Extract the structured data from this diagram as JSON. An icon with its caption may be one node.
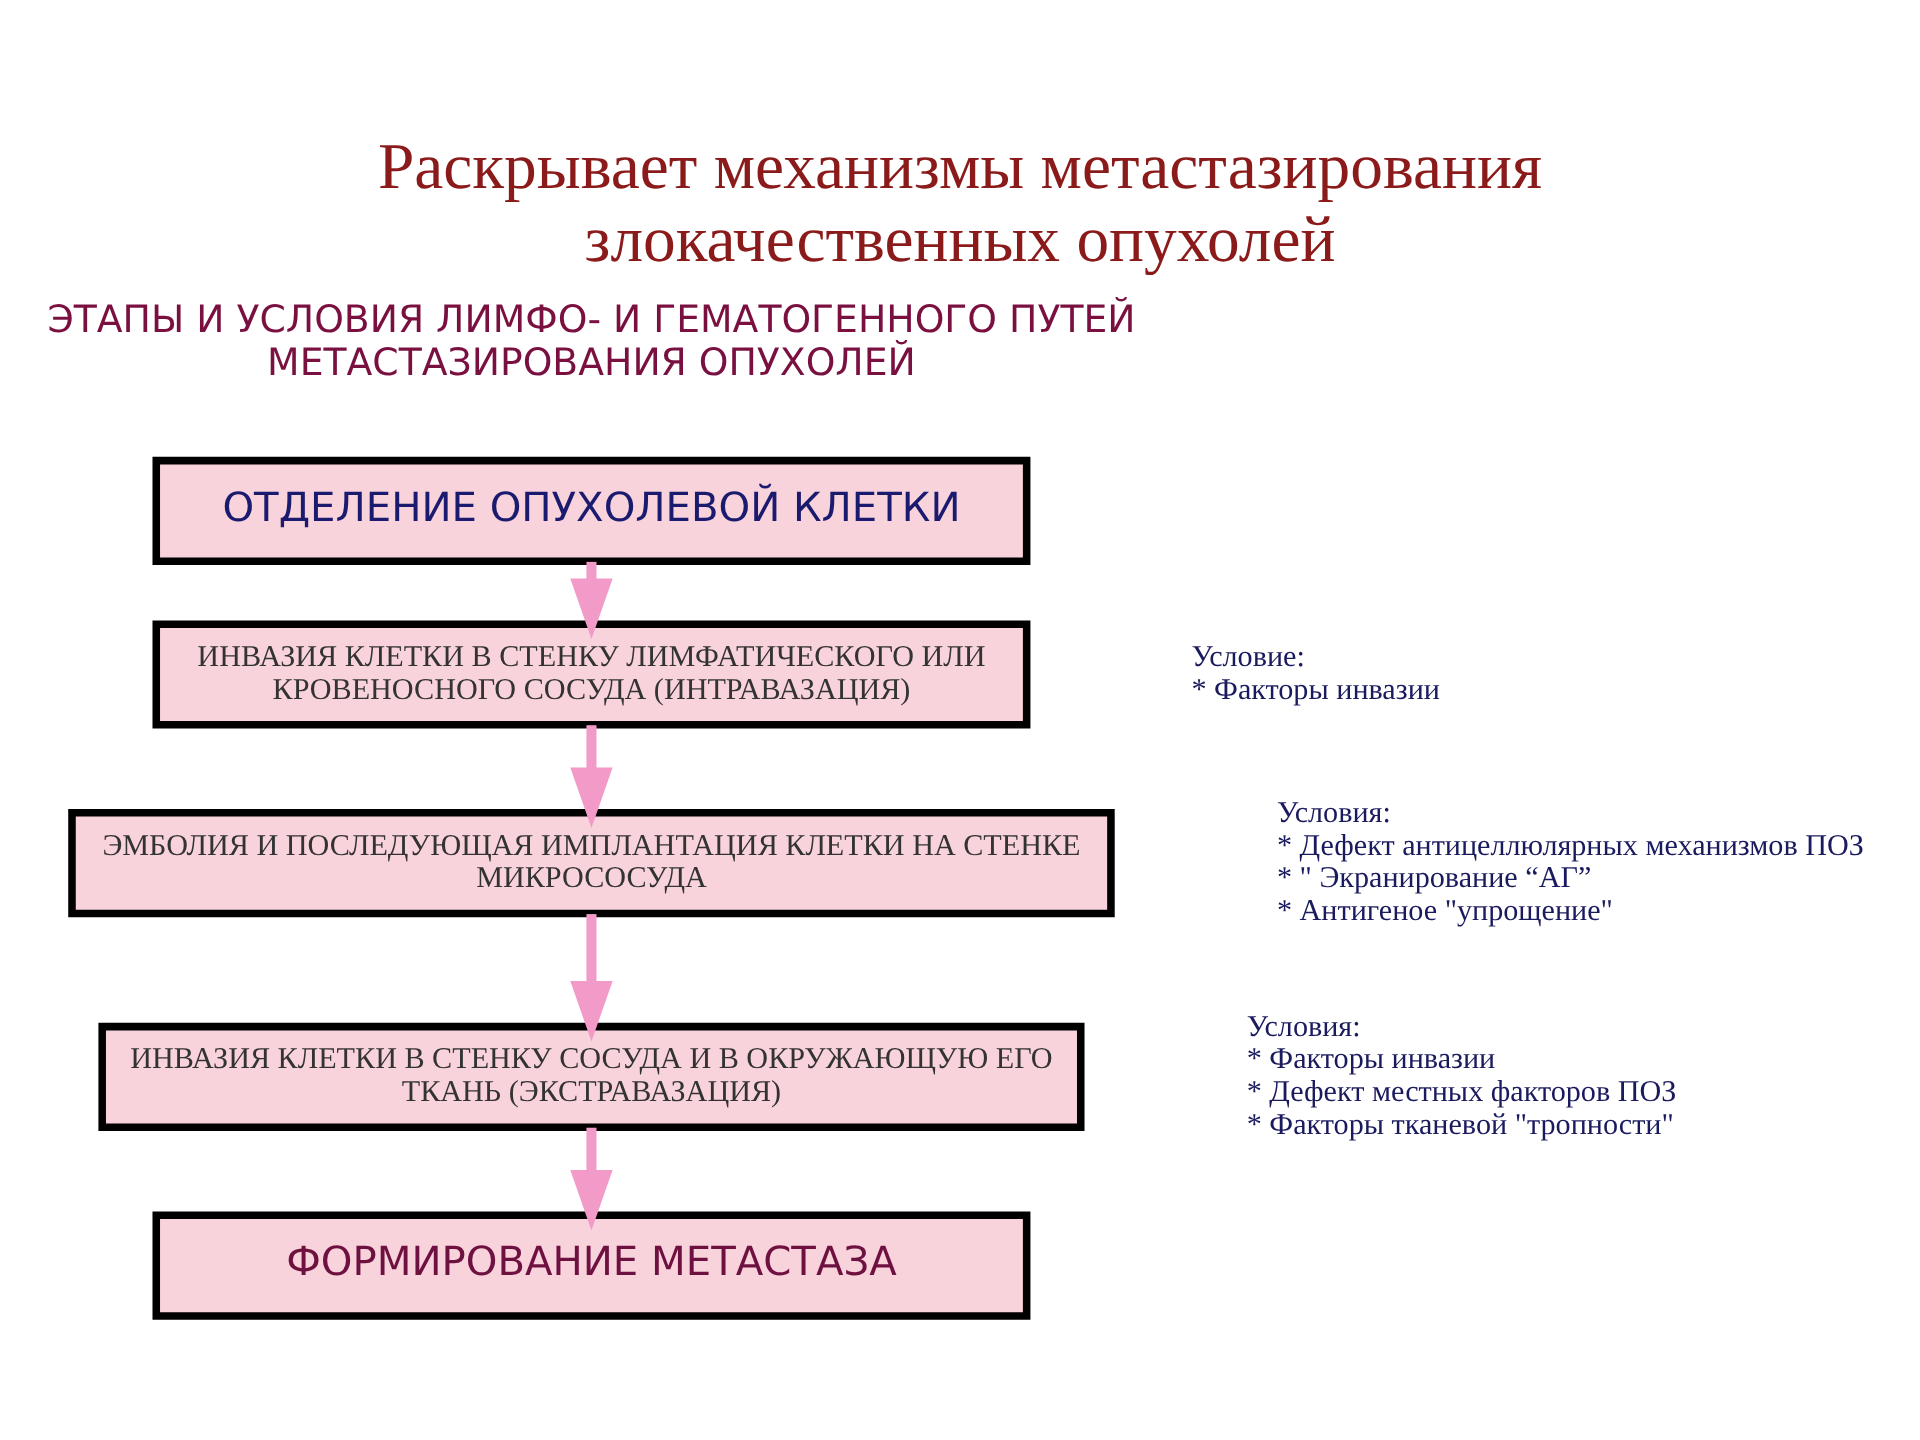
{
  "diagram": {
    "title": "Раскрывает механизмы метастазирования злокачественных опухолей",
    "nodes": [
      {
        "text": [
          "ОТДЕЛЕНИЕ ОПУХОЛЕВОЙ КЛЕТКИ"
        ]
      },
      {
        "text": [
          "ИНВАЗИЯ КЛЕТКИ В СТЕНКУ ЛИМФАТИЧЕСКОГО ИЛИ КРОВЕНОСНОГО СОСУДА (ИНТРАВАЗАЦИЯ)"
        ],
        "beside": [
          "Условие:",
          "* Факторы инвазии"
        ]
      },
      {
        "text": [
          "ЭМБОЛИЯ И ПОСЛЕДУЮЩАЯ ИМПЛАНТАЦИЯ КЛЕТКИ НА СТЕНКЕ МИКРОСОСУДА"
        ],
        "beside": [
          "Условия:",
          "* Дефект антицеллюлярных механизмов ПОЗ",
          "* \" Экранирование “АГ”",
          "* Антигеное \"упрощение\""
        ]
      },
      {
        "text": [
          "ИНВАЗИЯ КЛЕТКИ В СТЕНКУ СОСУДА И В ОКРУЖАЮЩУЮ ЕГО ТКАНЬ (ЭКСТРАВАЗАЦИЯ)"
        ],
        "beside": [
          "Условия:",
          "* Факторы инвазии",
          "* Дефект местных факторов ПОЗ",
          "* Факторы тканевой \"тропности\""
        ]
      },
      {
        "text": [
          "ФОРМИРОВАНИЕ МЕТАСТАЗА"
        ]
      }
    ],
    "edges": [
      {
        "from": 0,
        "to": 1,
        "arrow": "to"
      },
      {
        "from": 1,
        "to": 2,
        "arrow": "to"
      },
      {
        "from": 2,
        "to": 3,
        "arrow": "to"
      },
      {
        "from": 3,
        "to": 4,
        "arrow": "to"
      }
    ],
    "labels": [
      "ЭТАПЫ И УСЛОВИЯ ЛИМФО- И ГЕМАТОГЕННОГО ПУТЕЙ МЕТАСТАЗИРОВАНИЯ ОПУХОЛЕЙ"
    ]
  }
}
